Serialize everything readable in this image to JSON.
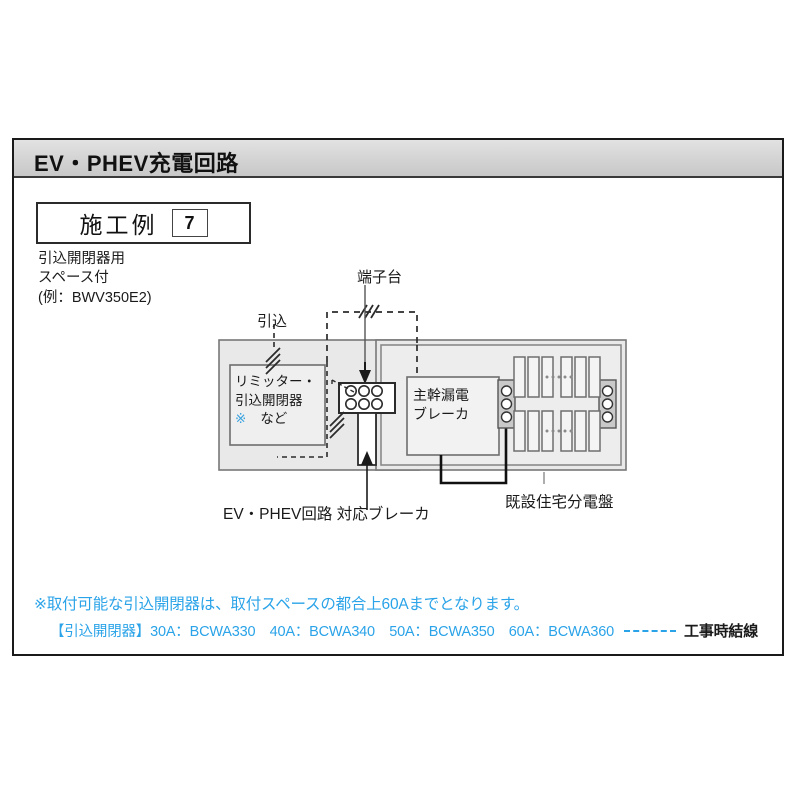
{
  "header": {
    "title": "EV・PHEV充電回路"
  },
  "example": {
    "label": "施工例",
    "number": "7"
  },
  "annotations": {
    "left_note": "引込開閉器用\nスペース付\n(例：BWV350E2)",
    "terminal_block": "端子台",
    "intake": "引込",
    "ev_breaker_caption": "EV・PHEV回路 対応ブレーカ",
    "existing_panel_caption": "既設住宅分電盤"
  },
  "limiter_box": {
    "line1": "リミッター・",
    "line2": "引込開閉器",
    "asterisk": "※",
    "etc": "など"
  },
  "main_breaker": {
    "line1": "主幹漏電",
    "line2": "ブレーカ"
  },
  "footnote": {
    "line1": "※取付可能な引込開閉器は、取付スペースの都合上60Aまでとなります。",
    "line2_prefix": "【引込開閉器】30A：BCWA330　40A：BCWA340　50A：BCWA350　60A：BCWA360",
    "line2_tail": "工事時結線"
  },
  "colors": {
    "accent_blue": "#2aa3e8",
    "header_gray": "#d3d3d3",
    "panel_fill": "#e9e9e9",
    "box_fill": "#efefef",
    "line_dark": "#1a1a1a"
  }
}
